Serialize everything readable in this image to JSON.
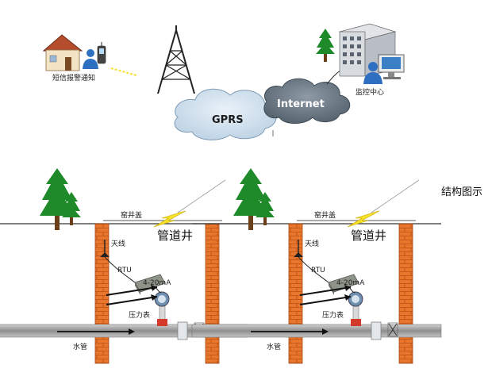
{
  "caption": "结构图示",
  "top": {
    "sms_label": "短信报警通知",
    "monitor_label": "监控中心",
    "gprs_label": "GPRS",
    "internet_label": "Internet"
  },
  "well_labels": {
    "well_cover": "窑井盖",
    "manhole": "管道井",
    "antenna": "天线",
    "rtu": "RTU",
    "current": "4-20mA",
    "gauge": "压力表",
    "pipe": "水管"
  },
  "colors": {
    "brick": "#e8762c",
    "cloud": "#c9dbea",
    "cloud_dark": "#5f6f7c",
    "tree": "#1f8a2a",
    "pipe": "#9a9a9a",
    "lightning": "#f6e02a"
  }
}
